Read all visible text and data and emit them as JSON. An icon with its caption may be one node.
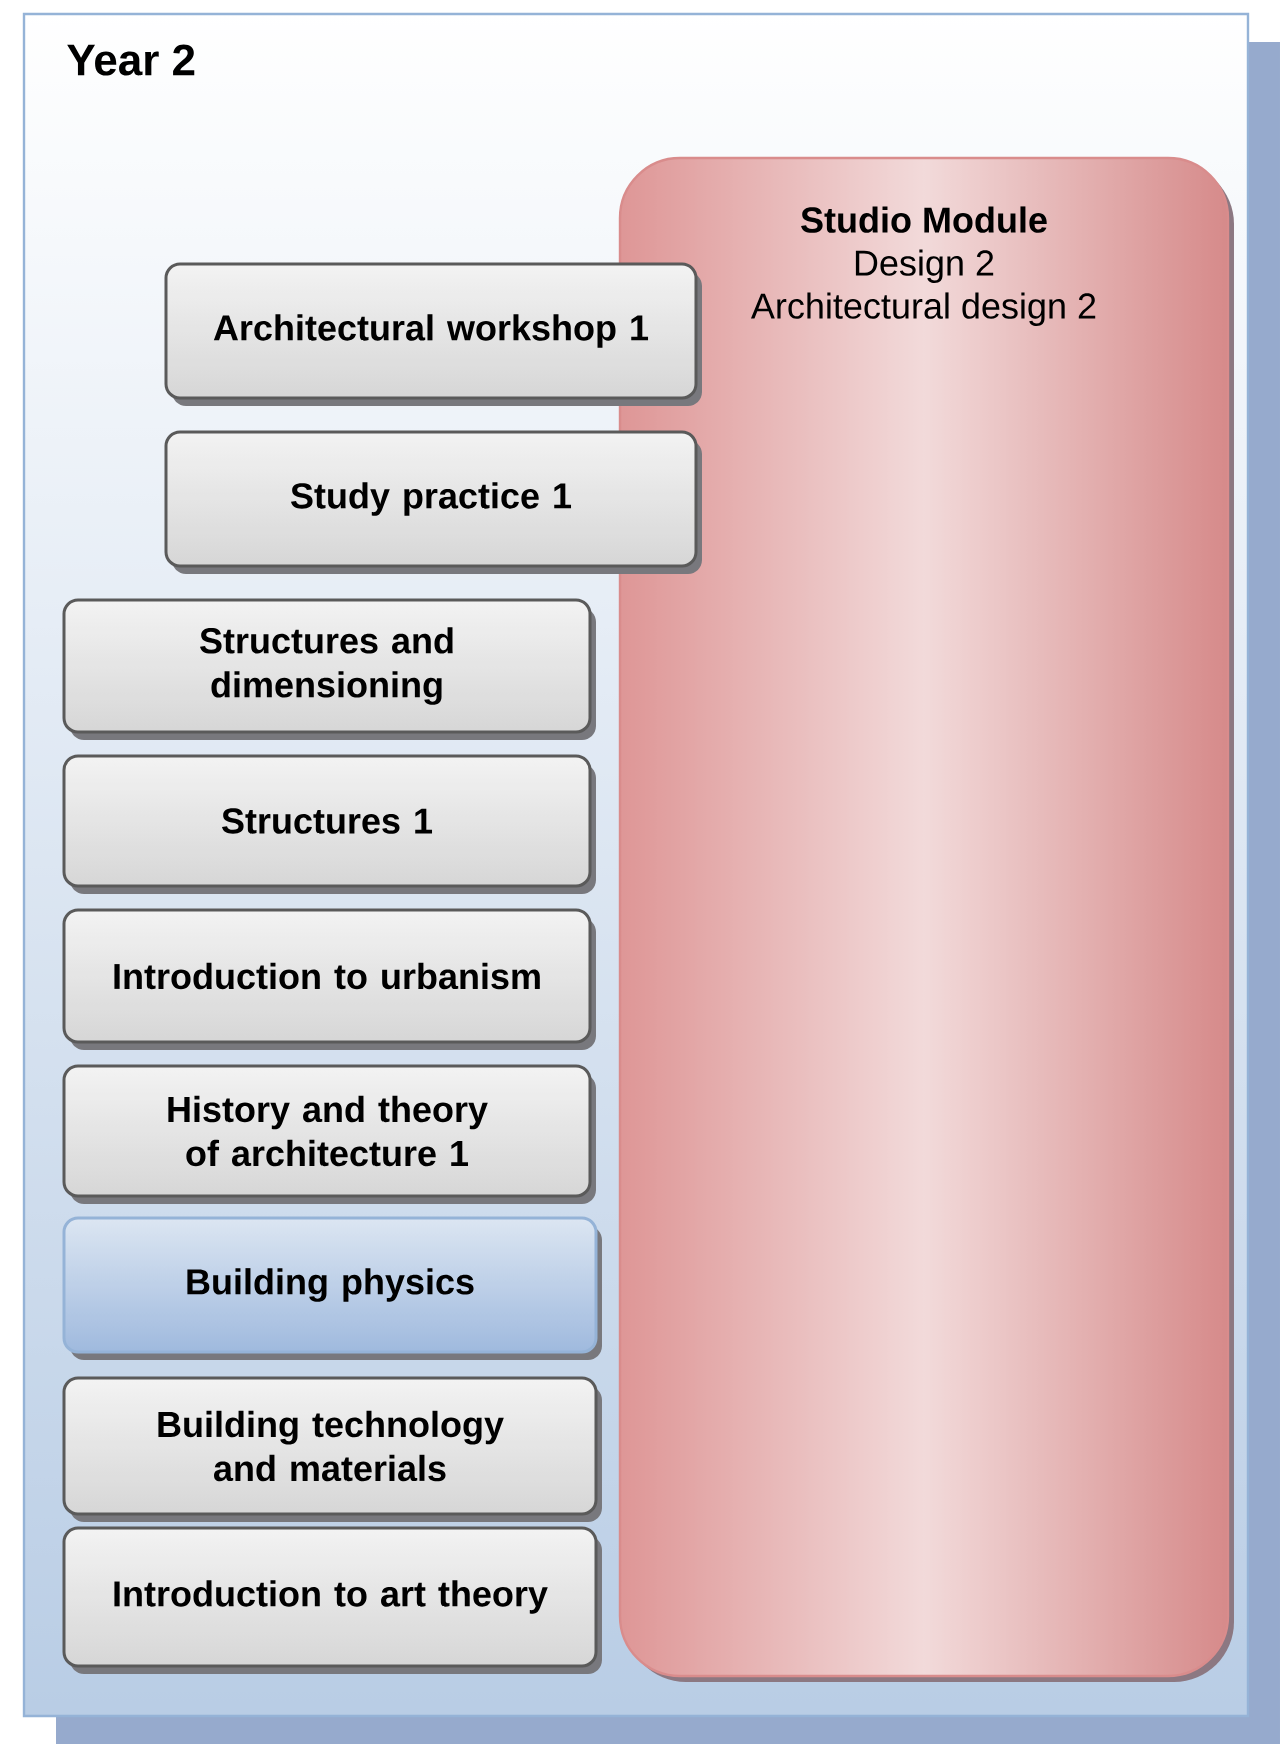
{
  "diagram": {
    "nodes": [
      {
        "text": [
          "Year 2"
        ]
      },
      {
        "text": [
          "Studio Module",
          "Design 2",
          "Architectural design 2"
        ],
        "in": 0
      },
      {
        "text": [
          "Architectural workshop 1"
        ],
        "in": 0
      },
      {
        "text": [
          "Study practice 1"
        ],
        "in": 0
      },
      {
        "text": [
          "Structures and dimensioning"
        ],
        "in": 0
      },
      {
        "text": [
          "Structures 1"
        ],
        "in": 0
      },
      {
        "text": [
          "Introduction to urbanism"
        ],
        "in": 0
      },
      {
        "text": [
          "History and theory of architecture 1"
        ],
        "in": 0
      },
      {
        "text": [
          "Building physics"
        ],
        "in": 0
      },
      {
        "text": [
          "Building technology and materials"
        ],
        "in": 0
      },
      {
        "text": [
          "Introduction to art theory"
        ],
        "in": 0
      }
    ]
  }
}
